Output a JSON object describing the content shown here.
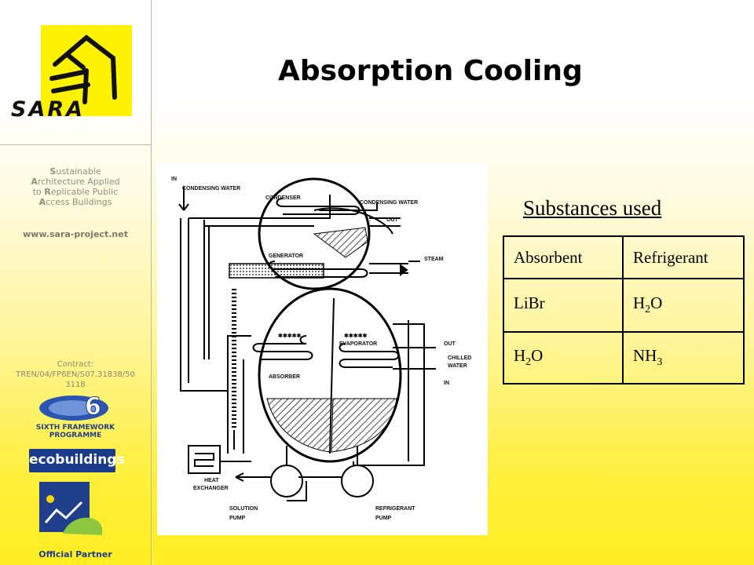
{
  "slide": {
    "title": "Absorption Cooling",
    "subtitle": "Substances used"
  },
  "sidebar": {
    "logo_word": "SARA",
    "tagline": [
      {
        "cap": "S",
        "rest": "ustainable"
      },
      {
        "cap": "A",
        "rest": "rchitecture Applied"
      },
      {
        "pre": "to ",
        "cap": "R",
        "rest": "eplicable Public"
      },
      {
        "cap": "A",
        "rest": "ccess Buildings"
      }
    ],
    "url": "www.sara-project.net",
    "contract_label": "Contract:",
    "contract_number": "TREN/04/FP6EN/S07.31838/50 3118",
    "fp6_line1": "SIXTH FRAMEWORK",
    "fp6_line2": "PROGRAMME",
    "eco_logo": "ecobuildings",
    "official_partner": "Official Partner"
  },
  "table": {
    "headers": [
      "Absorbent",
      "Refrigerant"
    ],
    "rows": [
      [
        {
          "base": "LiBr",
          "sub": "",
          "tail": ""
        },
        {
          "base": "H",
          "sub": "2",
          "tail": "O"
        }
      ],
      [
        {
          "base": "H",
          "sub": "2",
          "tail": "O"
        },
        {
          "base": "NH",
          "sub": "3",
          "tail": ""
        }
      ]
    ]
  },
  "diagram_labels": {
    "in_top": "IN",
    "condensing_water_in": "CONDENSING WATER",
    "condenser": "CONDENSER",
    "condensing_water_out": "CONDENSING WATER",
    "out_top": "OUT",
    "generator": "GENERATOR",
    "steam": "STEAM",
    "evaporator": "EVAPORATOR",
    "out_mid": "OUT",
    "chilled": "CHILLED",
    "water": "WATER",
    "in_mid": "IN",
    "absorber": "ABSORBER",
    "heat": "HEAT",
    "exchanger": "EXCHANGER",
    "solution": "SOLUTION",
    "pump_left": "PUMP",
    "refrigerant": "REFRIGERANT",
    "pump_right": "PUMP"
  },
  "colors": {
    "logo_yellow": "#fff200",
    "eu_blue": "#1f3f8a"
  }
}
